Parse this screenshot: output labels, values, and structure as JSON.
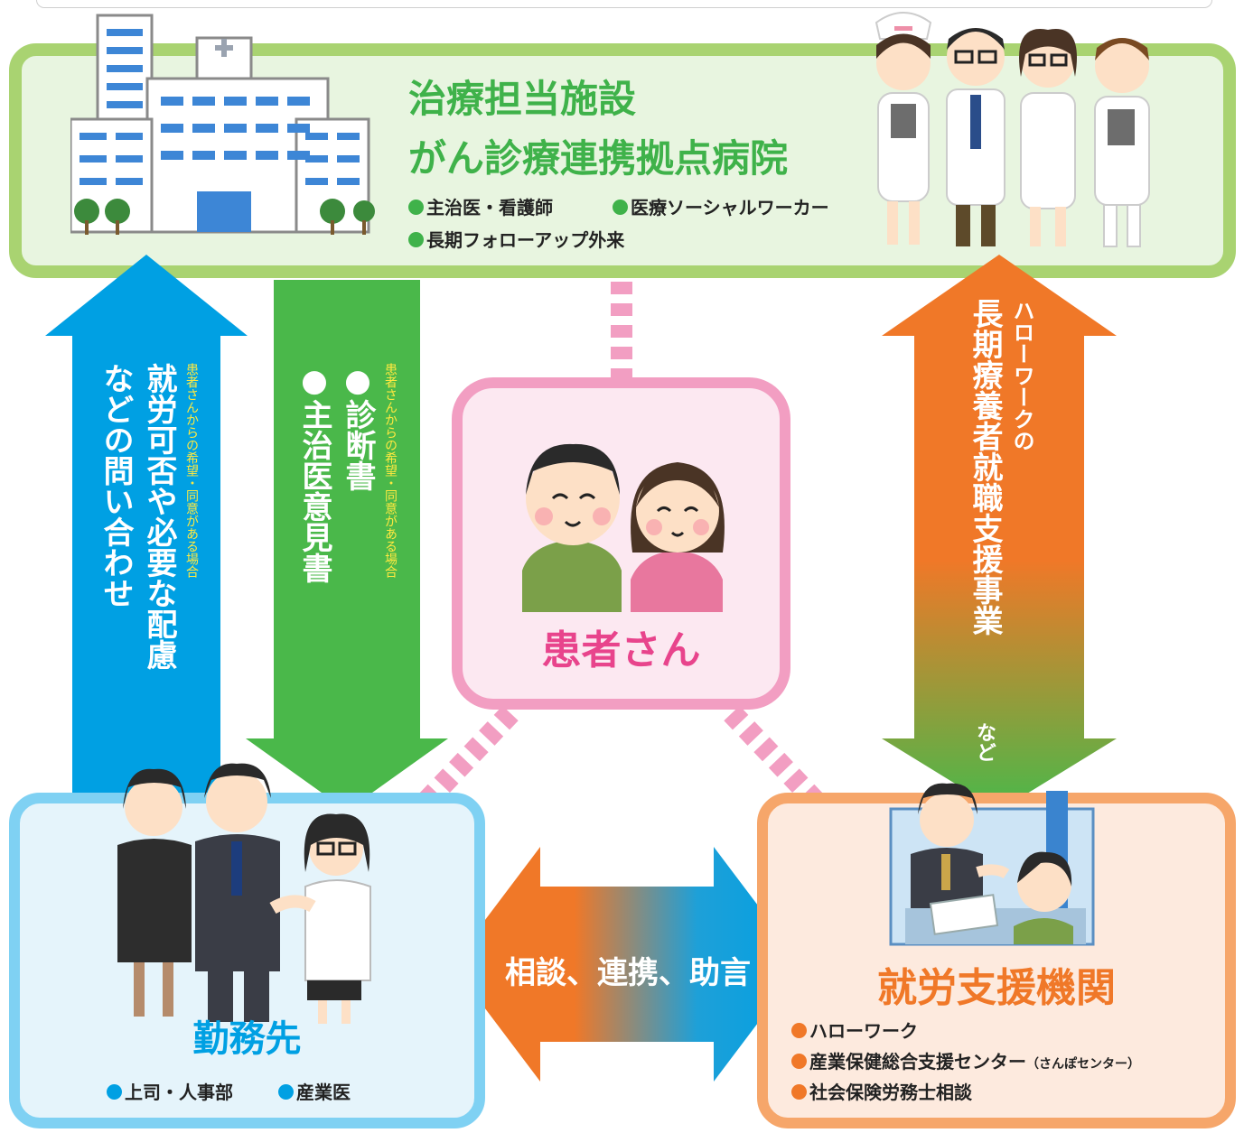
{
  "hospital": {
    "title_line1": "治療担当施設",
    "title_line2": "がん診療連携拠点病院",
    "items": [
      "主治医・看護師",
      "医療ソーシャルワーカー",
      "長期フォローアップ外来"
    ]
  },
  "patient": {
    "title": "患者さん"
  },
  "arrows": {
    "inquiry": {
      "note": "患者さんからの希望・同意がある場合",
      "line1": "就労可否や必要な配慮",
      "line2": "などの問い合わせ"
    },
    "documents": {
      "note": "患者さんからの希望・同意がある場合",
      "item1": "診断書",
      "item2": "主治医意見書"
    },
    "hellowork": {
      "line1": "ハローワークの",
      "line2": "長期療養者就職支援事業",
      "suffix": "など"
    },
    "consult": {
      "label": "相談、連携、助言"
    }
  },
  "workplace": {
    "title": "勤務先",
    "items": [
      "上司・人事部",
      "産業医"
    ]
  },
  "support": {
    "title": "就労支援機関",
    "items": [
      "ハローワーク",
      "産業保健総合支援センター",
      "社会保険労務士相談"
    ],
    "item2_note": "（さんぽセンター）"
  },
  "colors": {
    "green": "#3fb24a",
    "blue": "#00a0e3",
    "orange": "#f07828",
    "pink": "#e8448c",
    "hospital_border": "#a9d371",
    "patient_border": "#f29ec2",
    "work_border": "#7fd1f3",
    "support_border": "#f6a66a"
  },
  "icons": [
    "hospital-building-icon",
    "medical-staff-icon",
    "patient-couple-icon",
    "office-people-icon",
    "counselor-desk-icon"
  ]
}
